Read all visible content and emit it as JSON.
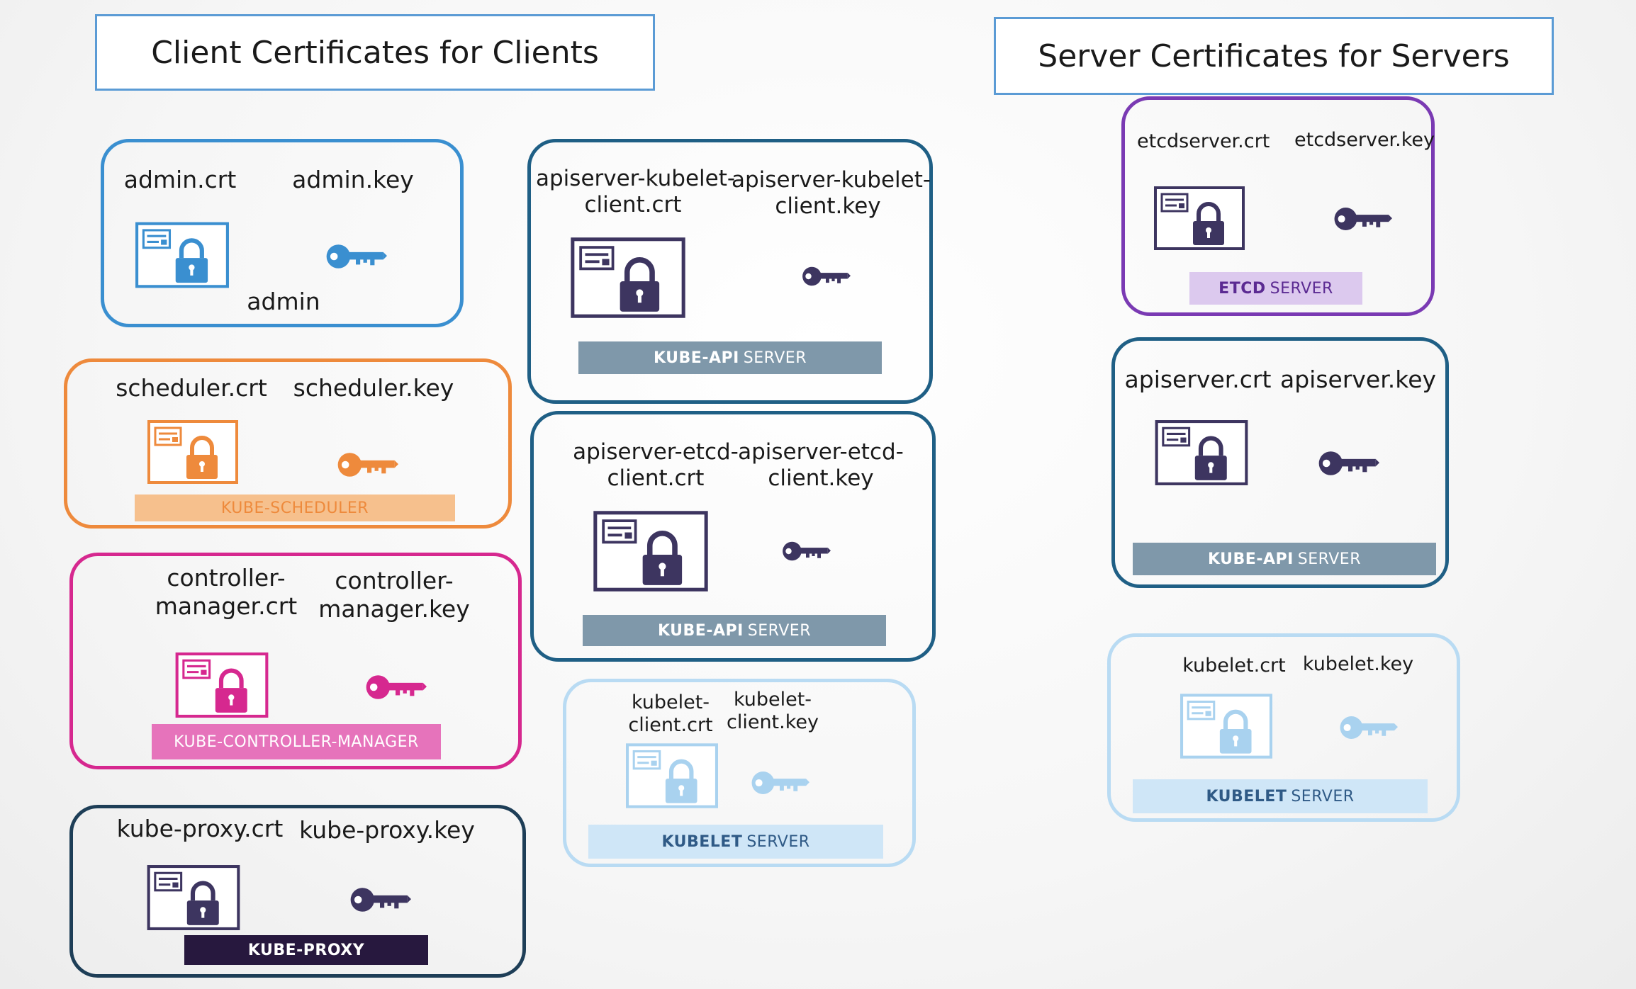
{
  "titles": {
    "client": "Client Certificates for Clients",
    "server": "Server Certificates for Servers"
  },
  "colors": {
    "admin": "#3a8fd0",
    "scheduler": "#ee8a3c",
    "controller": "#d6288f",
    "proxy": "#1e3e57",
    "kube_api": "#1f5f85",
    "kubelet": "#a9d2ef",
    "etcd": "#7a3ab3",
    "key_dark": "#3d3560"
  },
  "groups": {
    "admin": {
      "crt": "admin.crt",
      "key": "admin.key",
      "name": "admin"
    },
    "scheduler": {
      "crt": "scheduler.crt",
      "key": "scheduler.key",
      "banner": "KUBE-SCHEDULER"
    },
    "controller": {
      "crt_line1": "controller-",
      "crt_line2": "manager.crt",
      "key_line1": "controller-",
      "key_line2": "manager.key",
      "banner": "KUBE-CONTROLLER-MANAGER"
    },
    "proxy": {
      "crt": "kube-proxy.crt",
      "key": "kube-proxy.key",
      "banner": "KUBE-PROXY"
    },
    "apiserver_kubelet_client": {
      "crt_line1": "apiserver-kubelet-",
      "crt_line2": "client.crt",
      "key_line1": "apiserver-kubelet-",
      "key_line2": "client.key",
      "banner_bold": "KUBE-API",
      "banner_rest": "SERVER"
    },
    "apiserver_etcd_client": {
      "crt_line1": "apiserver-etcd-",
      "crt_line2": "client.crt",
      "key_line1": "apiserver-etcd-",
      "key_line2": "client.key",
      "banner_bold": "KUBE-API",
      "banner_rest": "SERVER"
    },
    "kubelet_client": {
      "crt_line1": "kubelet-",
      "crt_line2": "client.crt",
      "key_line1": "kubelet-",
      "key_line2": "client.key",
      "banner_bold": "KUBELET",
      "banner_rest": "SERVER"
    },
    "etcd_server": {
      "crt": "etcdserver.crt",
      "key": "etcdserver.key",
      "banner_bold": "ETCD",
      "banner_rest": "SERVER"
    },
    "apiserver_server": {
      "crt": "apiserver.crt",
      "key": "apiserver.key",
      "banner_bold": "KUBE-API",
      "banner_rest": "SERVER"
    },
    "kubelet_server": {
      "crt": "kubelet.crt",
      "key": "kubelet.key",
      "banner_bold": "KUBELET",
      "banner_rest": "SERVER"
    }
  },
  "icons": {
    "certificate": "certificate-lock-icon",
    "key": "key-icon"
  }
}
